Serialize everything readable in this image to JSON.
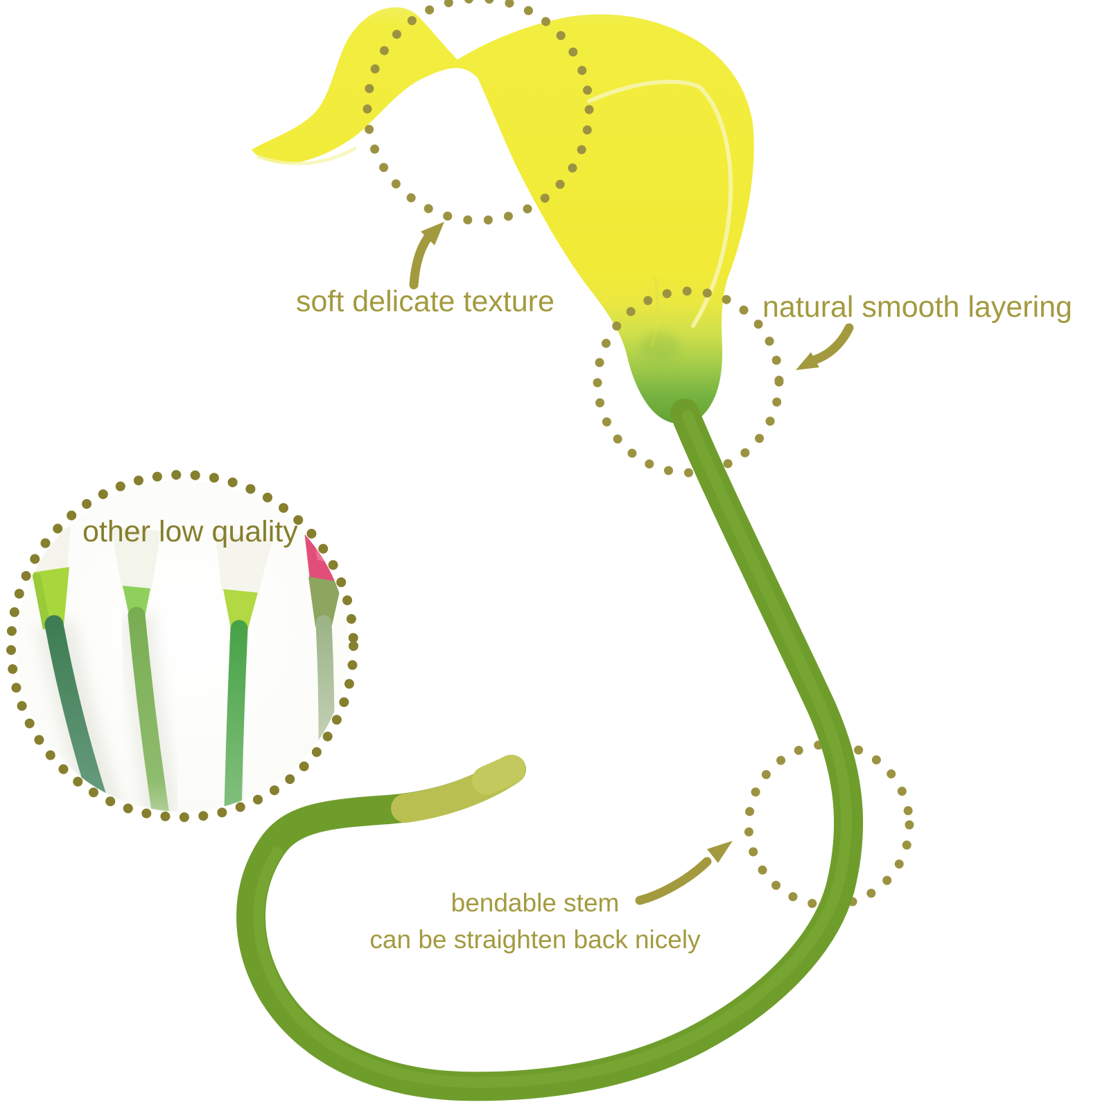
{
  "page": {
    "background": "#ffffff",
    "description": "product feature infographic of an artificial yellow calla lily flower with bendable stem"
  },
  "callouts": {
    "soft_texture": "soft delicate texture",
    "smooth_layering": "natural smooth layering",
    "low_quality": "other low quality",
    "bendable_line1": "bendable stem",
    "bendable_line2": "can be straighten back nicely"
  },
  "colors": {
    "annotation_olive": "#a39a3f",
    "annotation_olive_dark": "#857e2d",
    "dot_circle": "#9c9342",
    "flower_yellow": "#f2ec38",
    "flower_rim_highlight": "#f7f5ac",
    "flower_base_green": "#78b441",
    "stem_green": "#6f9d2c",
    "stem_tip_light": "#b9c051",
    "comparison_cone_chartreuse": "#a8d63d",
    "comparison_stem_dark": "#3e7d53",
    "comparison_pink": "#e14e79"
  },
  "icons": {
    "texture_circle": "dotted-circle",
    "layering_circle": "dotted-circle",
    "bend_circle": "dotted-circle",
    "comparison_ring": "dotted-circle",
    "texture_arrow": "curved-arrow-up",
    "layering_arrow": "curved-arrow-down-left",
    "bend_arrow": "curved-arrow-up-right"
  }
}
